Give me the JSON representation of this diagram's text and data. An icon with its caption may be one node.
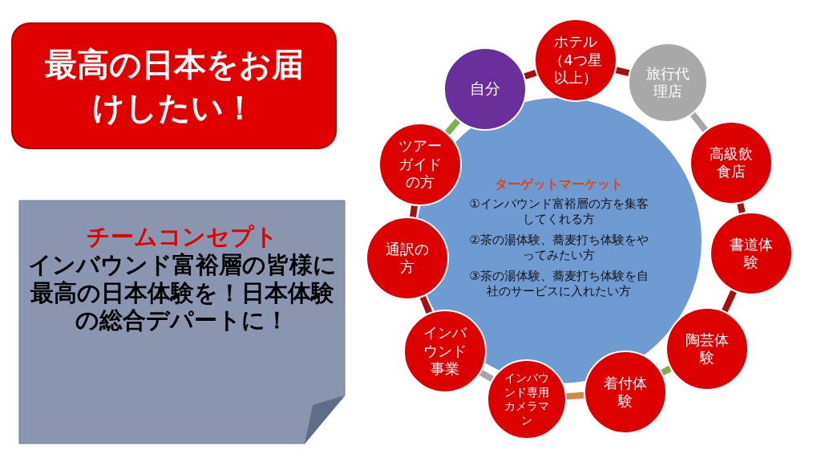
{
  "diagram": {
    "nodes": [
      {
        "text": [
          "最高の日本をお届けしたい！"
        ]
      },
      {
        "text": [
          "チームコンセプト",
          "インバウンド富裕層の皆様に最高の日本体験を！日本体験の総合デパートに！"
        ]
      },
      {
        "text": [
          "ターゲットマーケット",
          "①インバウンド富裕層の方を集客してくれる方",
          "②茶の湯体験、蕎麦打ち体験をやってみたい方",
          "③茶の湯体験、蕎麦打ち体験を自社のサービスに入れたい方"
        ]
      },
      {
        "text": [
          "自分"
        ]
      },
      {
        "text": [
          "ホテル（4つ星以上）"
        ]
      },
      {
        "text": [
          "旅行代理店"
        ]
      },
      {
        "text": [
          "高級飲食店"
        ]
      },
      {
        "text": [
          "書道体験"
        ]
      },
      {
        "text": [
          "陶芸体験"
        ]
      },
      {
        "text": [
          "着付体験"
        ]
      },
      {
        "text": [
          "インバウンド専用カメラマン"
        ]
      },
      {
        "text": [
          "インバウンド事業"
        ]
      },
      {
        "text": [
          "通訳の方"
        ]
      },
      {
        "text": [
          "ツアーガイドの方"
        ]
      }
    ],
    "edges": [
      {
        "from": 3,
        "to": 4,
        "arrow": "none"
      },
      {
        "from": 4,
        "to": 5,
        "arrow": "none"
      },
      {
        "from": 5,
        "to": 6,
        "arrow": "none",
        "color": "#a6a6a6"
      },
      {
        "from": 6,
        "to": 7,
        "arrow": "none"
      },
      {
        "from": 7,
        "to": 8,
        "arrow": "none"
      },
      {
        "from": 8,
        "to": 9,
        "arrow": "none",
        "color": "#7fad4f"
      },
      {
        "from": 9,
        "to": 10,
        "arrow": "none",
        "color": "#d9873c"
      },
      {
        "from": 10,
        "to": 11,
        "arrow": "none",
        "color": "#a6a6a6"
      },
      {
        "from": 11,
        "to": 12,
        "arrow": "none"
      },
      {
        "from": 12,
        "to": 13,
        "arrow": "none"
      },
      {
        "from": 13,
        "to": 3,
        "arrow": "none",
        "color": "#7fad4f"
      }
    ]
  }
}
